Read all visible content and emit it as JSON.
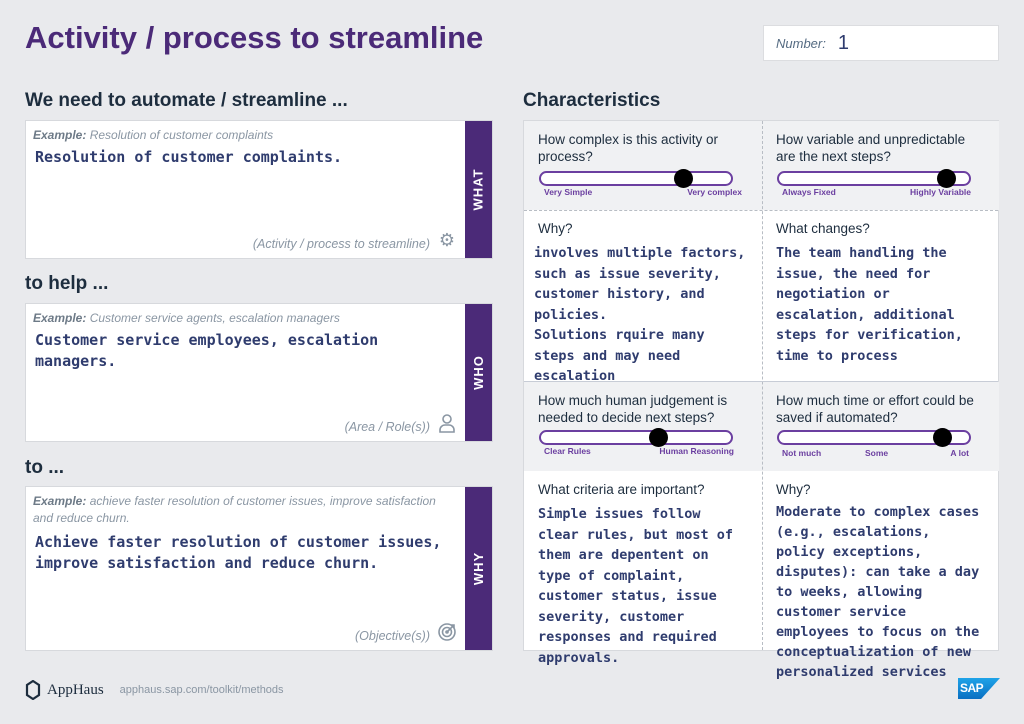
{
  "title": "Activity / process to streamline",
  "number": {
    "label": "Number:",
    "value": "1"
  },
  "left": {
    "what": {
      "heading": "We need to automate / streamline ...",
      "example_label": "Example:",
      "example": "Resolution of customer complaints",
      "answer": "Resolution of customer complaints.",
      "hint": "(Activity / process to streamline)",
      "tab": "WHAT",
      "icon": "gear-icon"
    },
    "who": {
      "heading": "to help ...",
      "example_label": "Example:",
      "example": "Customer service agents, escalation managers",
      "answer": "Customer service employees, escalation managers.",
      "hint": "(Area / Role(s))",
      "tab": "WHO",
      "icon": "person-icon"
    },
    "why": {
      "heading": "to ...",
      "example_label": "Example:",
      "example": "achieve faster resolution of customer issues, improve satisfaction and reduce churn.",
      "answer": "Achieve faster resolution of customer issues, improve satisfaction and reduce churn.",
      "hint": "(Objective(s))",
      "tab": "WHY",
      "icon": "target-icon"
    }
  },
  "characteristics": {
    "heading": "Characteristics",
    "complexity": {
      "question": "How complex is this activity or process?",
      "min": "Very Simple",
      "max": "Very complex",
      "value": 0.75
    },
    "variability": {
      "question": "How variable and unpredictable are the next steps?",
      "min": "Always Fixed",
      "max": "Highly Variable",
      "value": 0.88
    },
    "why1": {
      "label": "Why?",
      "text": "involves multiple factors, such as issue severity, customer history, and policies.\nSolutions rquire many steps and may need escalation"
    },
    "changes": {
      "label": "What changes?",
      "text": "The team handling the issue, the need for negotiation or escalation, additional steps for verification, time to process"
    },
    "judgement": {
      "question": "How much human judgement is needed to decide next steps?",
      "min": "Clear Rules",
      "max": "Human Reasoning",
      "value": 0.62
    },
    "effort": {
      "question": "How much time or effort could be saved if automated?",
      "min": "Not much",
      "mid": "Some",
      "max": "A lot",
      "value": 0.86
    },
    "criteria": {
      "label": "What criteria are important?",
      "text": "Simple issues follow clear rules, but most of them are depentent on type of complaint, customer status, issue severity, customer responses and required approvals."
    },
    "why2": {
      "label": "Why?",
      "text": "Moderate to complex cases (e.g., escalations, policy exceptions, disputes): can take a day to weeks, allowing customer service employees to focus on the conceptualization of new personalized services"
    }
  },
  "footer": {
    "brand": "AppHaus",
    "url": "apphaus.sap.com/toolkit/methods",
    "logo": "SAP"
  },
  "colors": {
    "accent": "#4b2a78",
    "slider": "#6b3fa0",
    "handwriting": "#2f3c6e"
  }
}
